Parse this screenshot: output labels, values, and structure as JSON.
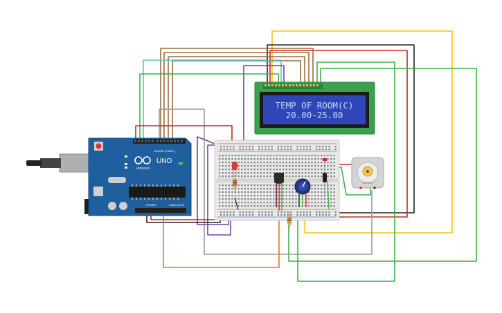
{
  "lcd": {
    "line1": "TEMP OF ROOM(C)",
    "line2": "20.00-25.00",
    "text_color": "#c8d8ff",
    "screen_color": "#2f46b9",
    "board_color": "#3aa14f"
  },
  "arduino": {
    "logo_text": "UNO",
    "brand_text": "ARDUINO",
    "digital_label": "DIGITAL (PWM~)",
    "power_label": "POWER",
    "analog_label": "ANALOG IN",
    "board_color": "#1f5f9e"
  },
  "motor": {
    "label": "MOTOR"
  },
  "colors": {
    "wire_brown": "#9b6a3f",
    "wire_red": "#d32020",
    "wire_black": "#222222",
    "wire_yellow": "#f0c419",
    "wire_green": "#3cb043",
    "wire_cyan": "#52c7c9",
    "wire_purple": "#7b3fa0",
    "wire_gray": "#9a9a9a",
    "wire_orange": "#e07b18"
  }
}
